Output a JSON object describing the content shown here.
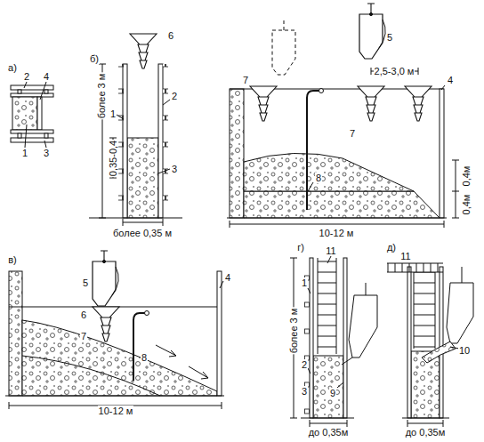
{
  "diagram": {
    "labels": [
      "а)",
      "2",
      "4",
      "1",
      "3",
      "б)",
      "6",
      "1",
      "2",
      "3",
      "более 3 м",
      "0,35-0,4",
      "более 0,35 м",
      "5",
      "7",
      "2,5-3,0 м",
      "7",
      "4",
      "8",
      "0,4м",
      "0,4м",
      "10-12 м",
      "в)",
      "5",
      "6",
      "7",
      "8",
      "4",
      "10-12 м",
      "г)",
      "11",
      "1",
      "2",
      "3",
      "9",
      "более 3 м",
      "до 0,35м",
      "д)",
      "11",
      "10",
      "до 0,35м"
    ]
  }
}
